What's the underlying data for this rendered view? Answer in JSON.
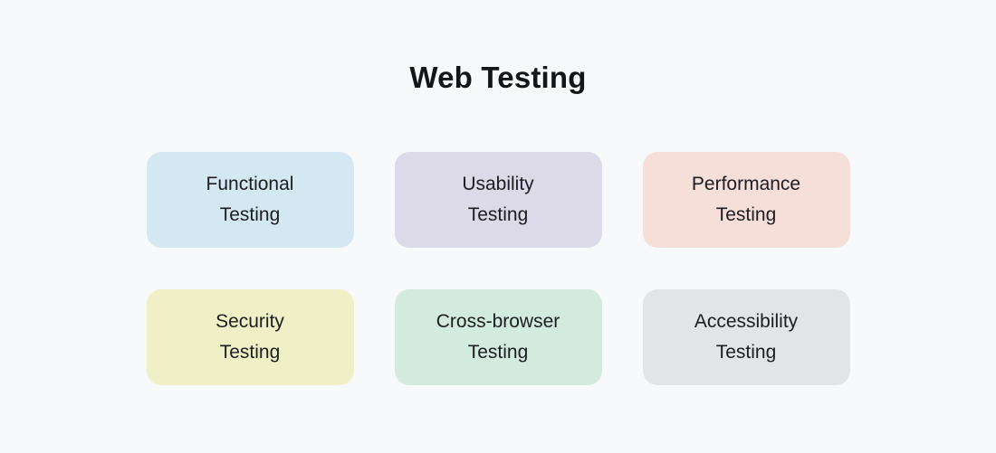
{
  "page": {
    "background": "#f8f9fa",
    "title": "Web Testing",
    "title_color": "#131519",
    "card_text_color": "#1b1d21"
  },
  "cards": [
    {
      "label": "Functional Testing",
      "lines": [
        "Functional",
        "Testing"
      ],
      "bg": "#d4e8f1"
    },
    {
      "label": "Usability Testing",
      "lines": [
        "Usability",
        "Testing"
      ],
      "bg": "#dcd9e9"
    },
    {
      "label": "Performance Testing",
      "lines": [
        "Performance",
        "Testing"
      ],
      "bg": "#f6ded9"
    },
    {
      "label": "Security Testing",
      "lines": [
        "Security",
        "Testing"
      ],
      "bg": "#f0f0c6"
    },
    {
      "label": "Cross-browser Testing",
      "lines": [
        "Cross-browser",
        "Testing"
      ],
      "bg": "#d3eade"
    },
    {
      "label": "Accessibility Testing",
      "lines": [
        "Accessibility",
        "Testing"
      ],
      "bg": "#e3e4e8"
    }
  ]
}
